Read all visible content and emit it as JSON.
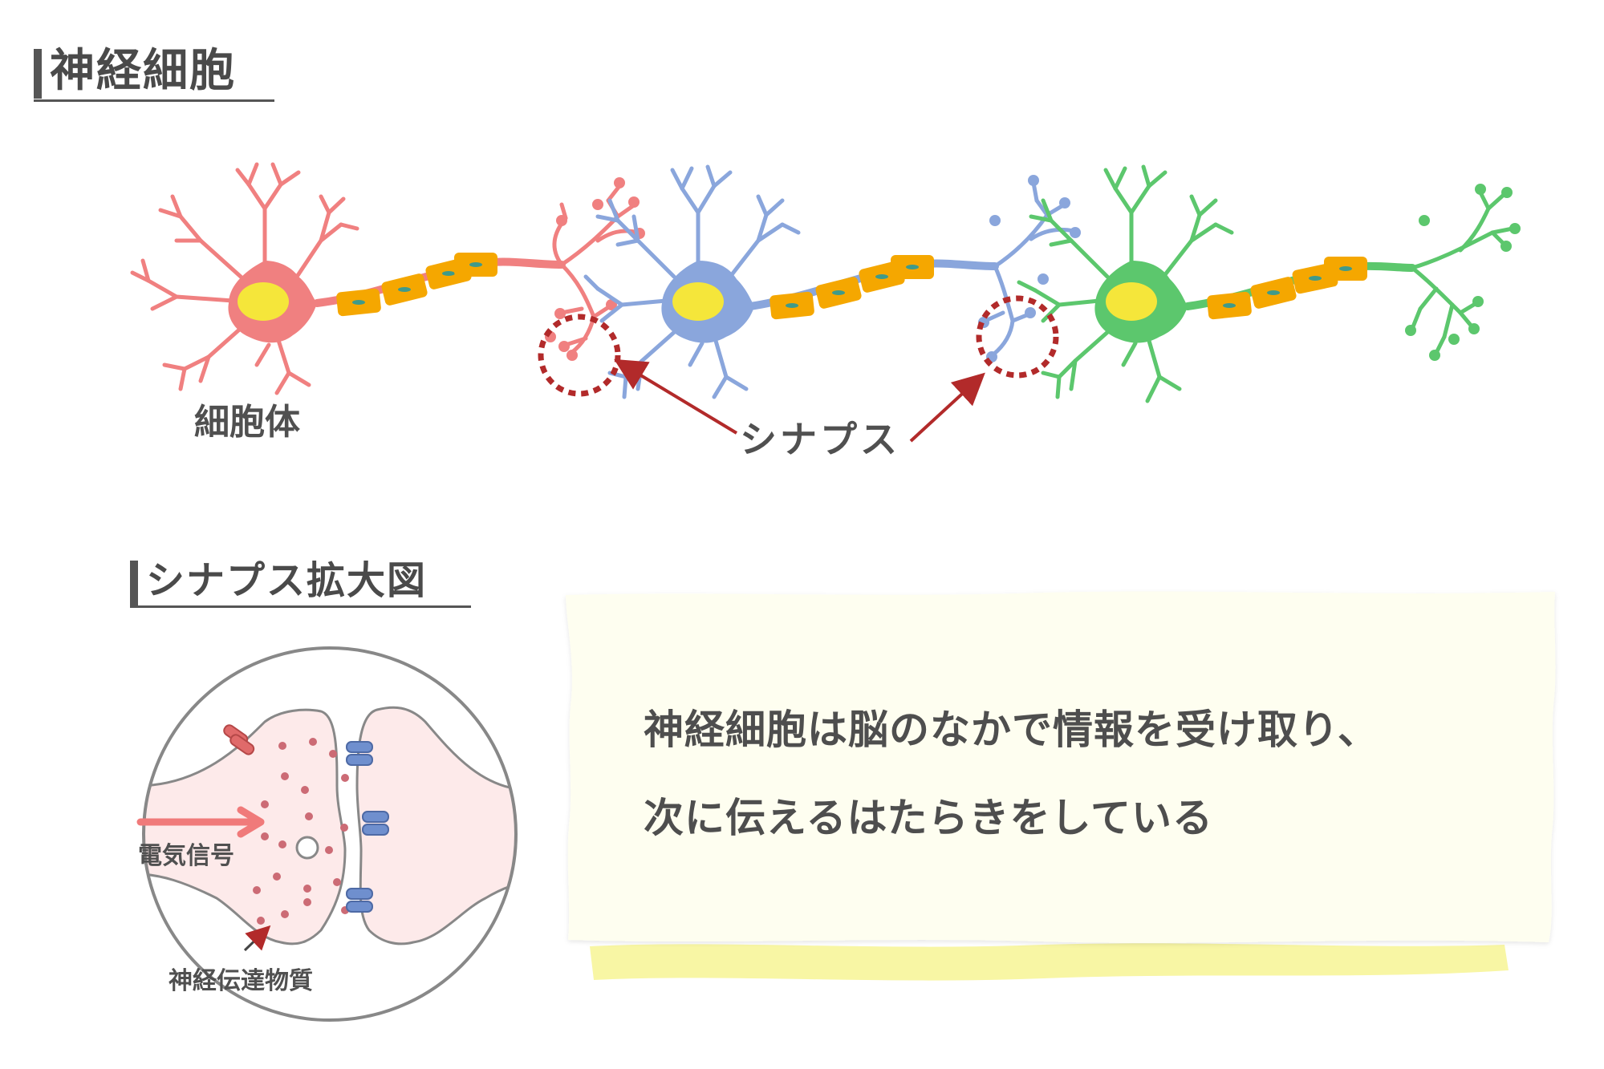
{
  "headings": {
    "neuron": "神経細胞",
    "synapse_zoom": "シナプス拡大図"
  },
  "labels": {
    "soma": "細胞体",
    "synapse": "シナプス",
    "electric_signal": "電気信号",
    "neurotransmitter": "神経伝達物質"
  },
  "note": {
    "line1": "神経細胞は脳のなかで情報を受け取り、",
    "line2": "次に伝えるはたらきをしている"
  },
  "colors": {
    "neuron_red": "#f08080",
    "neuron_blue": "#8aa6dc",
    "neuron_green": "#5cc76d",
    "nucleus": "#f5e63a",
    "myelin": "#f5a700",
    "myelin_dot": "#3f9a8a",
    "annotation_red": "#b22a2a",
    "note_bg": "#fefef0",
    "note_tape": "#f8f6a4"
  }
}
